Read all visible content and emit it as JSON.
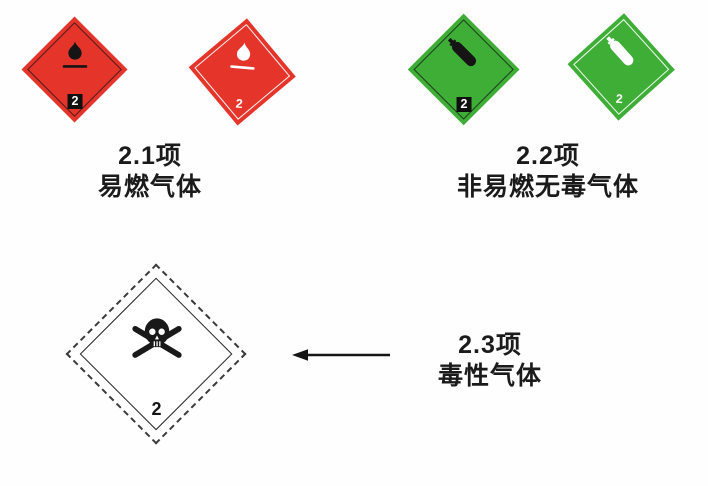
{
  "figure": {
    "type": "hazard-class-2-labels",
    "colors": {
      "flammable_red": "#e5342a",
      "nonflammable_green": "#3fae37",
      "ink": "#151515",
      "paper": "#ffffff"
    },
    "icons": {
      "flame": "flame-icon",
      "gas_cylinder": "gas-cylinder-icon",
      "skull": "skull-crossbones-icon",
      "arrow": "arrow-left-icon"
    }
  },
  "sections": [
    {
      "division": "2.1项",
      "name": "易燃气体",
      "placards": [
        {
          "style": "red-black-symbol",
          "number": "2"
        },
        {
          "style": "red-white-symbol",
          "number": "2"
        }
      ]
    },
    {
      "division": "2.2项",
      "name": "非易燃无毒气体",
      "placards": [
        {
          "style": "green-black-symbol",
          "number": "2"
        },
        {
          "style": "green-white-symbol",
          "number": "2"
        }
      ]
    },
    {
      "division": "2.3项",
      "name": "毒性气体",
      "placards": [
        {
          "style": "white-dashed-skull",
          "number": "2"
        }
      ]
    }
  ]
}
